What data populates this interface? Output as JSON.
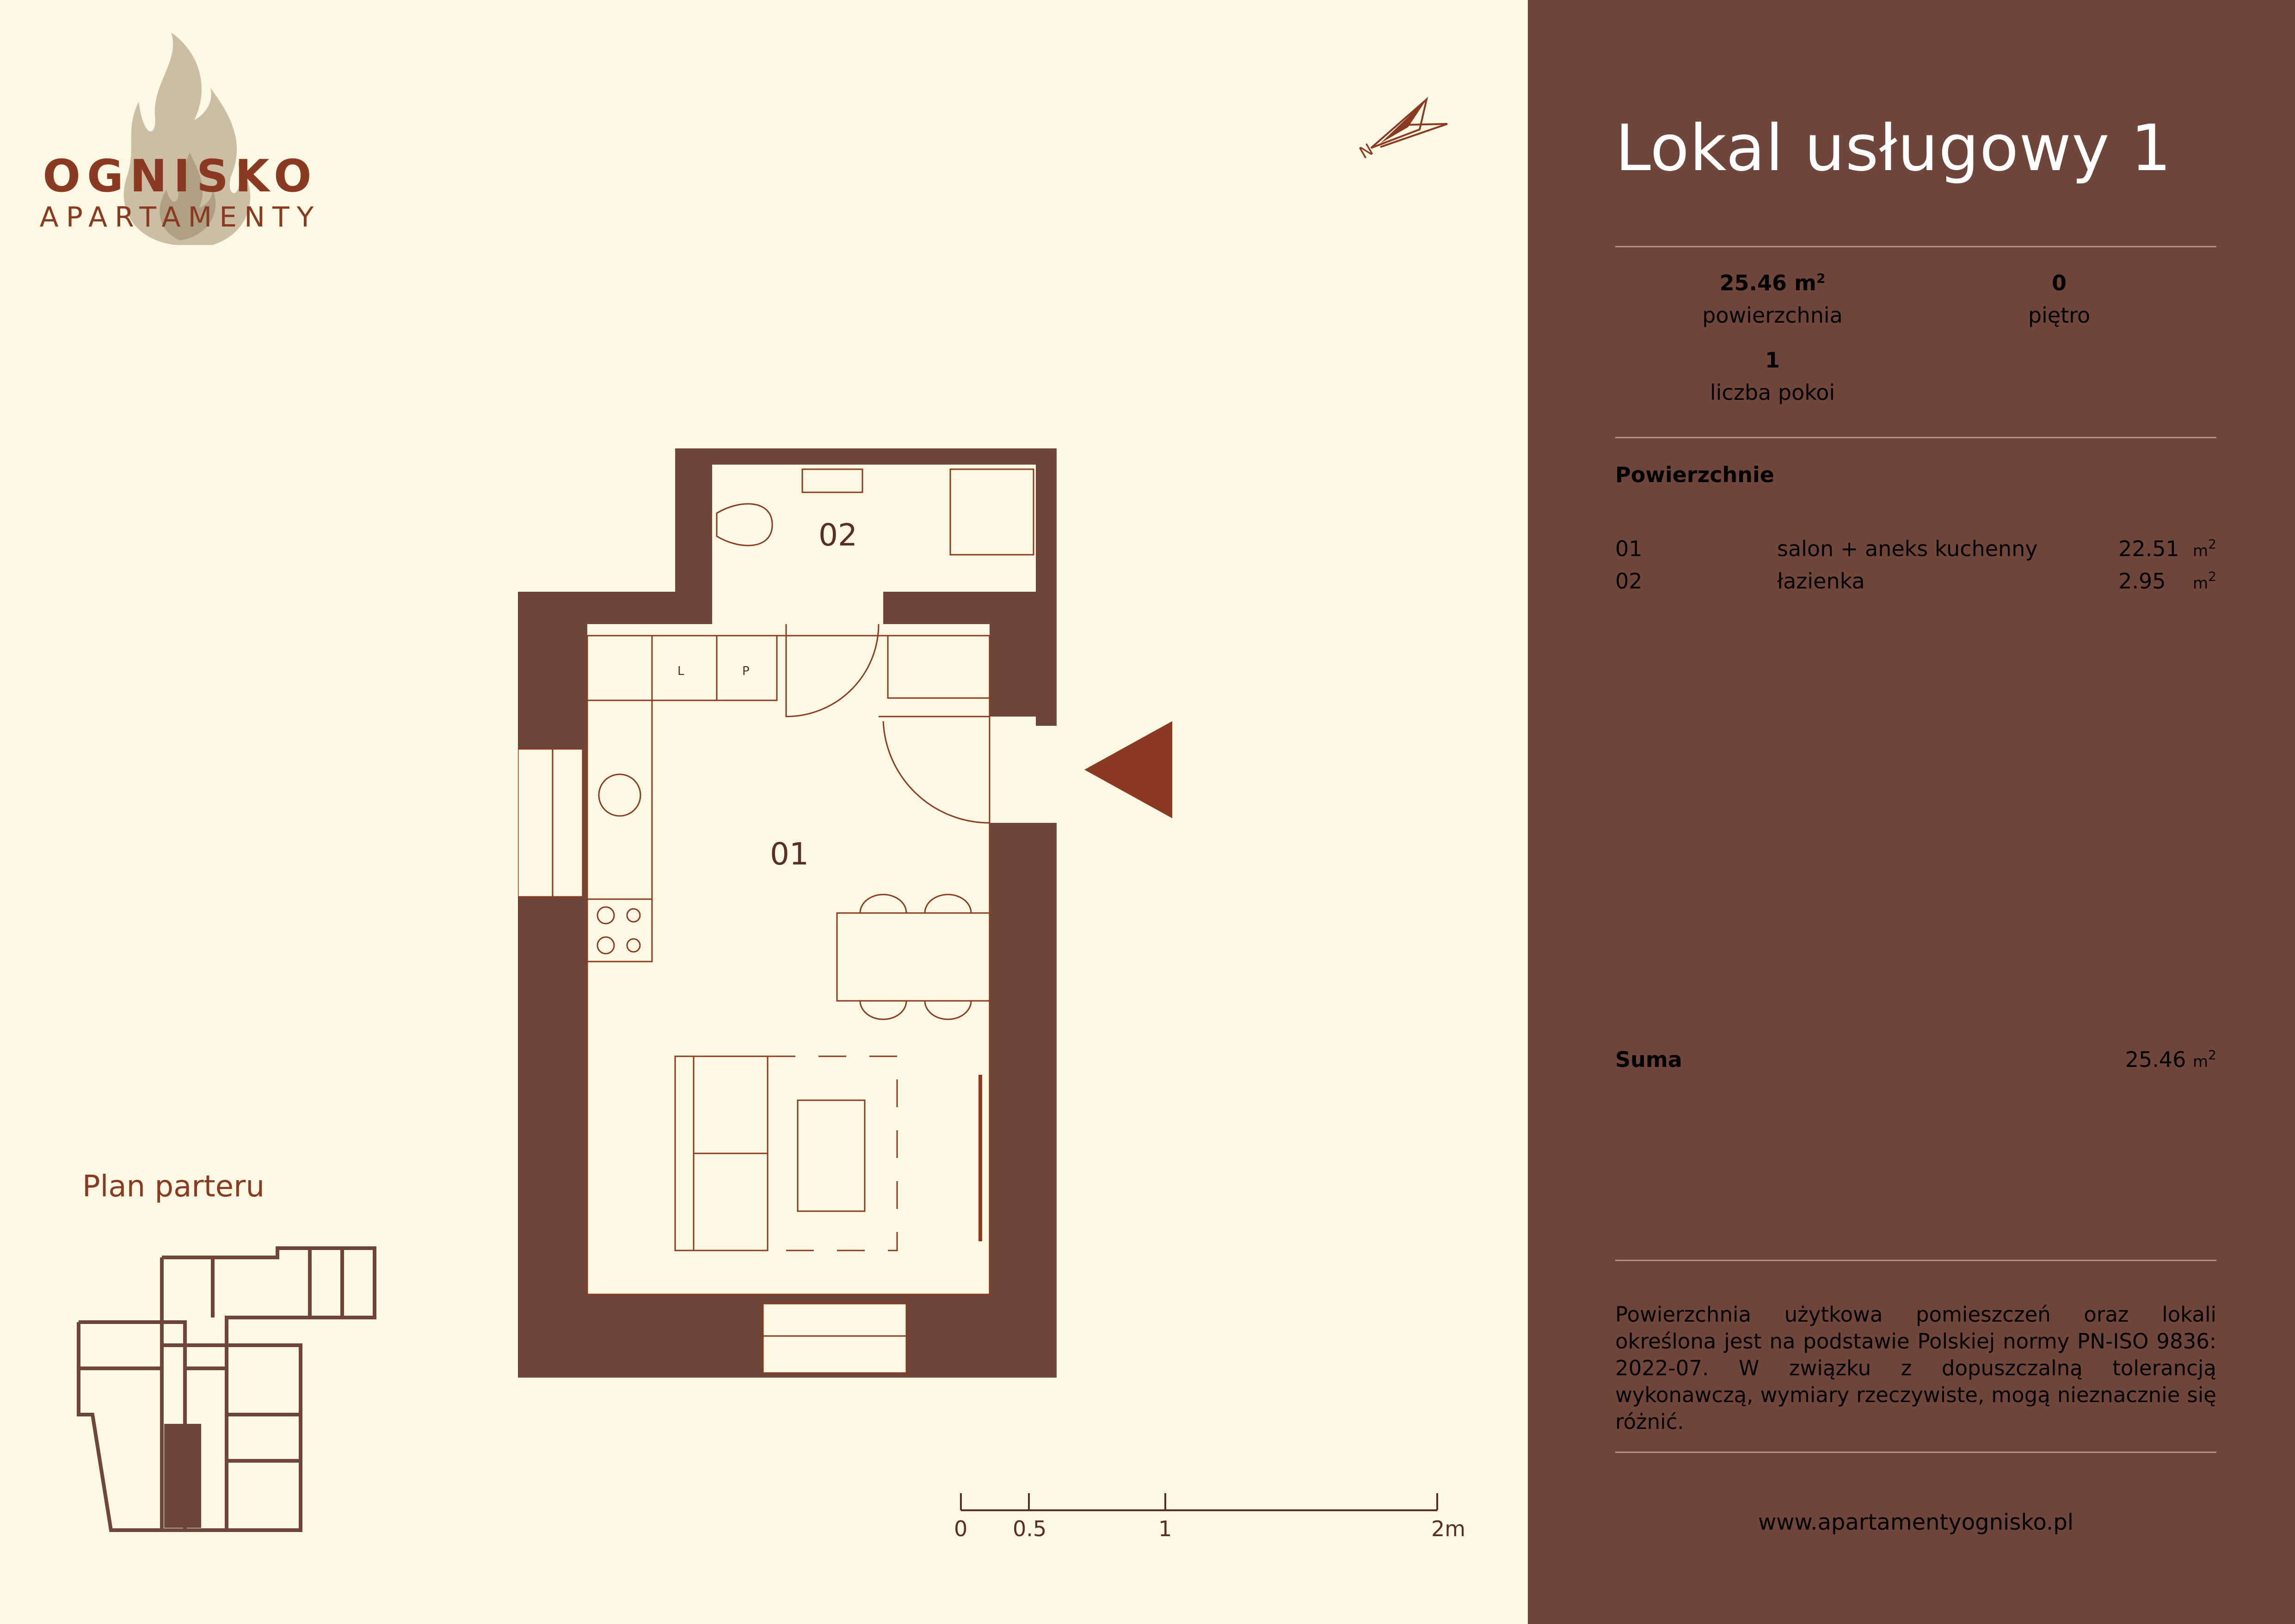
{
  "logo": {
    "brand": "OGNISKO",
    "sub": "APARTAMENTY"
  },
  "compass": {
    "label": "N"
  },
  "plan": {
    "rooms": [
      {
        "number": "01",
        "name": "salon + aneks kuchenny",
        "area": "22.51"
      },
      {
        "number": "02",
        "name": "łazienka",
        "area": "2.95"
      }
    ],
    "cabinet_labels": [
      "L",
      "P"
    ]
  },
  "floor_plan_title": "Plan parteru",
  "scale": {
    "labels": [
      "0",
      "0.5",
      "1",
      "2m"
    ]
  },
  "panel": {
    "title": "Lokal usługowy 1",
    "stats": {
      "area_value": "25.46 m",
      "area_sup": "2",
      "area_label": "powierzchnia",
      "floor_value": "0",
      "floor_label": "piętro",
      "rooms_value": "1",
      "rooms_label": "liczba pokoi"
    },
    "section_title": "Powierzchnie",
    "unit": "m",
    "unit_sup": "2",
    "sum_label": "Suma",
    "sum_value": "25.46",
    "note": "Powierzchnia użytkowa pomieszczeń oraz lokali określona jest na podstawie Polskiej normy PN-ISO 9836: 2022-07. W związku z dopuszczalną tolerancją wykonawczą, wymiary rzeczywiste, mogą nieznacznie się różnić.",
    "website": "www.apartamentyognisko.pl"
  },
  "colors": {
    "background": "#fcf8e3",
    "panel": "#70463b",
    "wall": "#70463b",
    "accent": "#8b3a22",
    "line": "#8b3a22"
  }
}
